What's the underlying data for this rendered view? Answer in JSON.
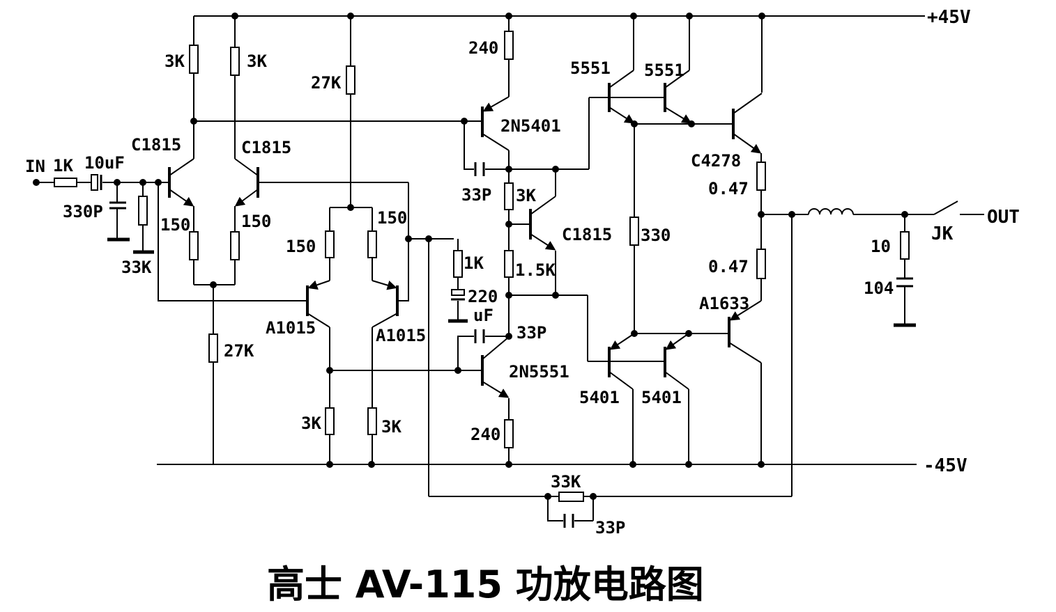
{
  "title": "高士  AV-115 功放电路图",
  "rails": {
    "vcc": "+45V",
    "vee": "-45V"
  },
  "terminals": {
    "input": "IN",
    "output": "OUT",
    "switch": "JK"
  },
  "labels": {
    "r_series_input": "1K",
    "c_input": "10uF",
    "c_input_shunt": "330P",
    "r_input_shunt": "33K",
    "q_input_left": "C1815",
    "q_input_right": "C1815",
    "r_load_left": "3K",
    "r_load_right": "3K",
    "r_tail_top": "27K",
    "r_em_left": "150",
    "r_em_right": "150",
    "r_em_pnp_left": "150",
    "r_em_pnp_right": "150",
    "q_pnp_left": "A1015",
    "q_pnp_right": "A1015",
    "r_tail_bottom": "27K",
    "r_load_pnp_left": "3K",
    "r_load_pnp_right": "3K",
    "r_vas_top": "240",
    "q_vas_top": "2N5401",
    "c_miller_top": "33P",
    "r_bias_top": "3K",
    "q_bias": "C1815",
    "r_bias_bottom": "1.5K",
    "r_fb_dc": "1K",
    "c_fb_value": "220",
    "c_fb_unit": "uF",
    "r_driver": "330",
    "q_driver_top1": "5551",
    "q_driver_top2": "5551",
    "q_out_top": "C4278",
    "r_out_top": "0.47",
    "r_out_bottom": "0.47",
    "q_out_bottom": "A1633",
    "c_miller_bottom": "33P",
    "q_vas_bottom": "2N5551",
    "r_vas_bottom": "240",
    "q_driver_bot1": "5401",
    "q_driver_bot2": "5401",
    "r_zobel": "10",
    "c_zobel": "104",
    "r_feedback": "33K",
    "c_feedback": "33P"
  }
}
